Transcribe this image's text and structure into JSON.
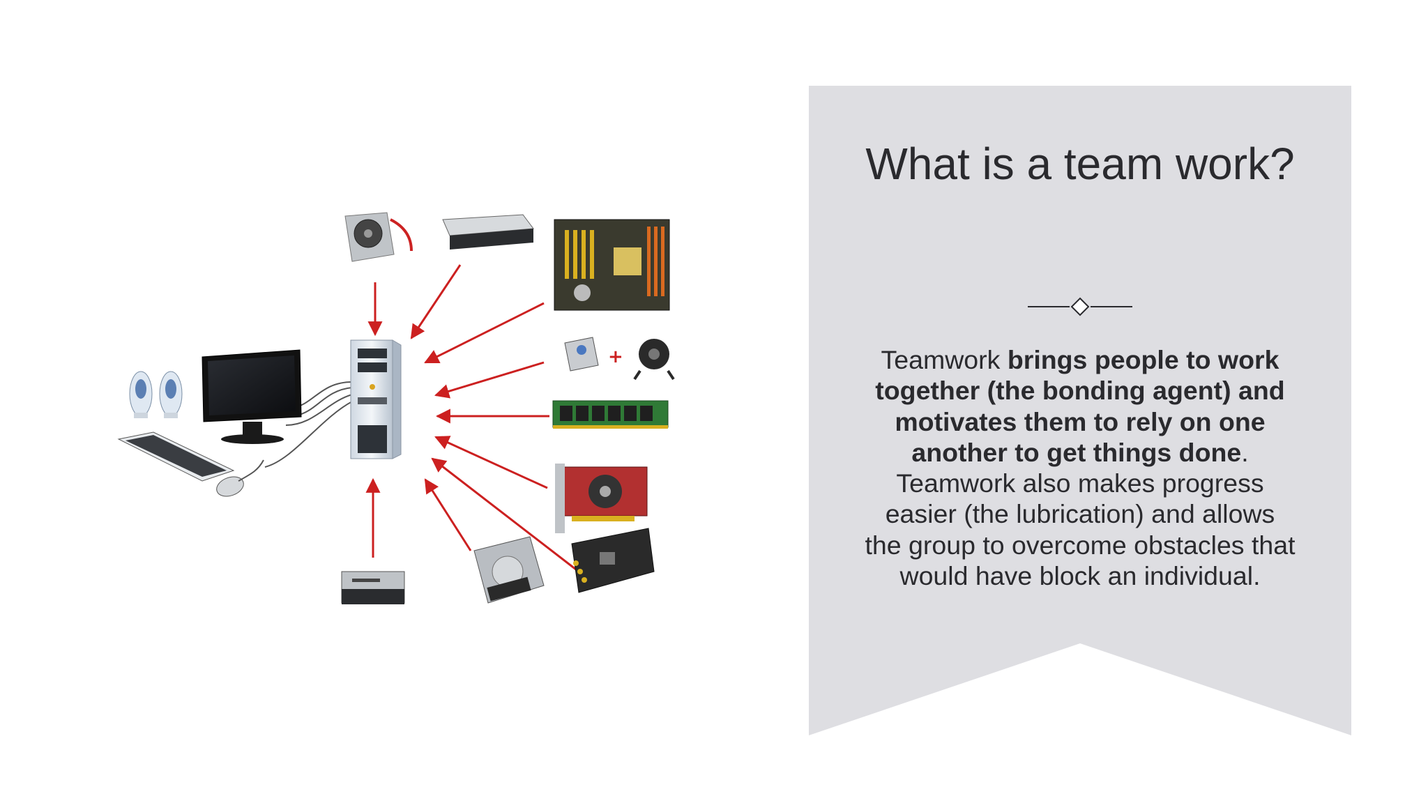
{
  "slide": {
    "title": "What is a team work?",
    "body": {
      "t1": "Teamwork ",
      "b1": "brings people to work together (the bonding agent) and motivates them to rely on one another to get things done",
      "t2": ". Teamwork also makes progress easier (the lubrication) and allows the group to overcome obstacles that would have block an individual."
    }
  },
  "diagram": {
    "center": "computer-tower",
    "components": [
      "power-supply",
      "optical-drive",
      "motherboard",
      "cpu-and-cooler",
      "ram-module",
      "graphics-card",
      "sound-card",
      "hard-drive",
      "card-reader",
      "speakers",
      "monitor",
      "keyboard",
      "mouse"
    ],
    "cpu_plus_sign": "+"
  },
  "colors": {
    "background": "#ffffff",
    "banner_fill": "#dedee2",
    "text": "#2a2a2e",
    "arrow": "#cc2020"
  }
}
